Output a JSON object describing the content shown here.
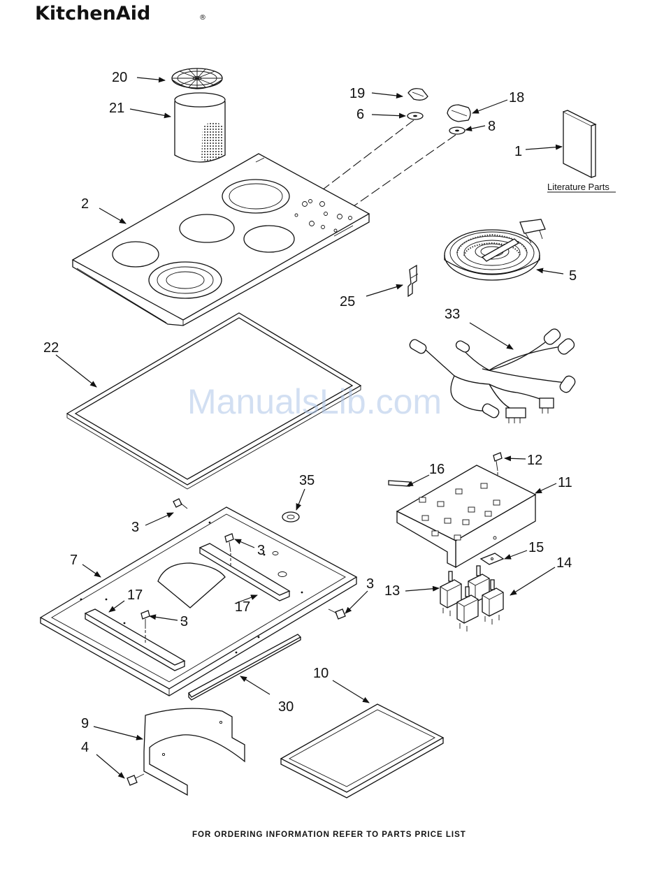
{
  "brand": "KitchenAid",
  "brand_mark": "®",
  "watermark": "ManualsLib.com",
  "footer": "FOR ORDERING INFORMATION REFER TO PARTS PRICE LIST",
  "literature_label": "Literature Parts",
  "callouts": {
    "n1": "1",
    "n2": "2",
    "n3a": "3",
    "n3b": "3",
    "n3c": "3",
    "n3d": "3",
    "n4": "4",
    "n5": "5",
    "n6": "6",
    "n7": "7",
    "n8": "8",
    "n9": "9",
    "n10": "10",
    "n11": "11",
    "n12": "12",
    "n13": "13",
    "n14": "14",
    "n15": "15",
    "n16": "16",
    "n17a": "17",
    "n17b": "17",
    "n18": "18",
    "n19": "19",
    "n20": "20",
    "n21": "21",
    "n22": "22",
    "n25": "25",
    "n30": "30",
    "n33": "33",
    "n35": "35"
  }
}
